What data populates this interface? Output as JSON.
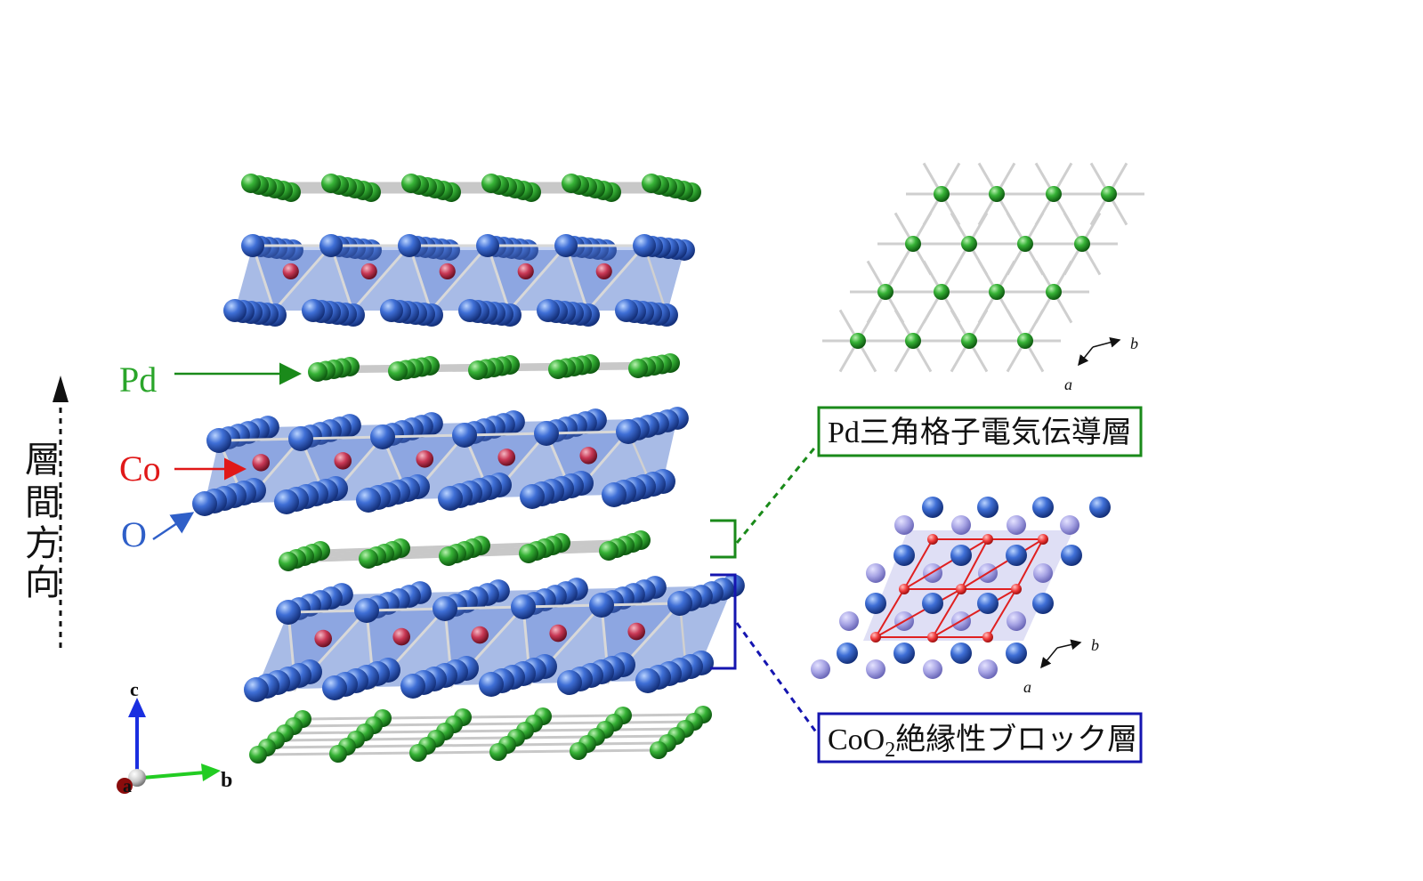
{
  "diagram": {
    "atom_labels": {
      "pd": "Pd",
      "co": "Co",
      "o": "O"
    },
    "vertical_label": [
      "層",
      "間",
      "方",
      "向"
    ],
    "axes_main": {
      "c": "c",
      "a": "a",
      "b": "b"
    },
    "axes_inset": {
      "a": "a",
      "b": "b"
    },
    "boxes": {
      "pd_layer": "Pd三角格子電気伝導層",
      "coo2_layer_prefix": "CoO",
      "coo2_layer_sub": "2",
      "coo2_layer_suffix": "絶縁性ブロック層"
    },
    "colors": {
      "pd": "#2aa52a",
      "co": "#c0304a",
      "o": "#2f5fc8",
      "o_light": "#9d9bdc",
      "box_green": "#1a8a1a",
      "box_blue": "#1515b0",
      "co_lattice": "#e02020"
    }
  }
}
